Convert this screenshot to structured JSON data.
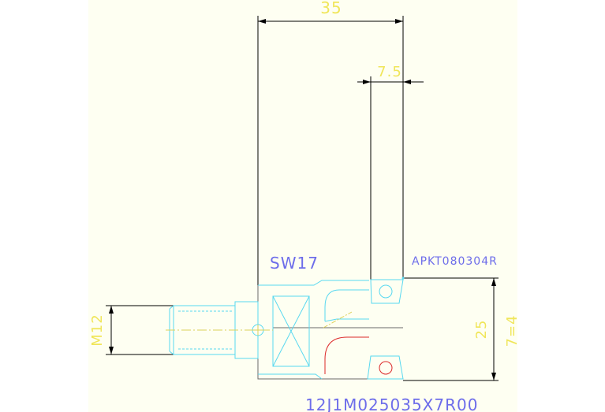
{
  "drawing": {
    "colors": {
      "background": "#fefff2",
      "dimension": "#f0e65a",
      "dimension_line": "#000000",
      "outline": "#6a6a6a",
      "insert": "#58d8f0",
      "label": "#6d6dea",
      "center_mark": "#dcd25a",
      "rake": "#dc2828"
    },
    "dimensions": {
      "overall_length": "35",
      "insert_width": "7.5",
      "shank_thread": "M12",
      "cutting_diameter": "25",
      "teeth": "7=4"
    },
    "labels": {
      "wrench_size": "SW17",
      "insert_code": "APKT080304R",
      "part_number": "12J1M025035X7R00"
    }
  }
}
